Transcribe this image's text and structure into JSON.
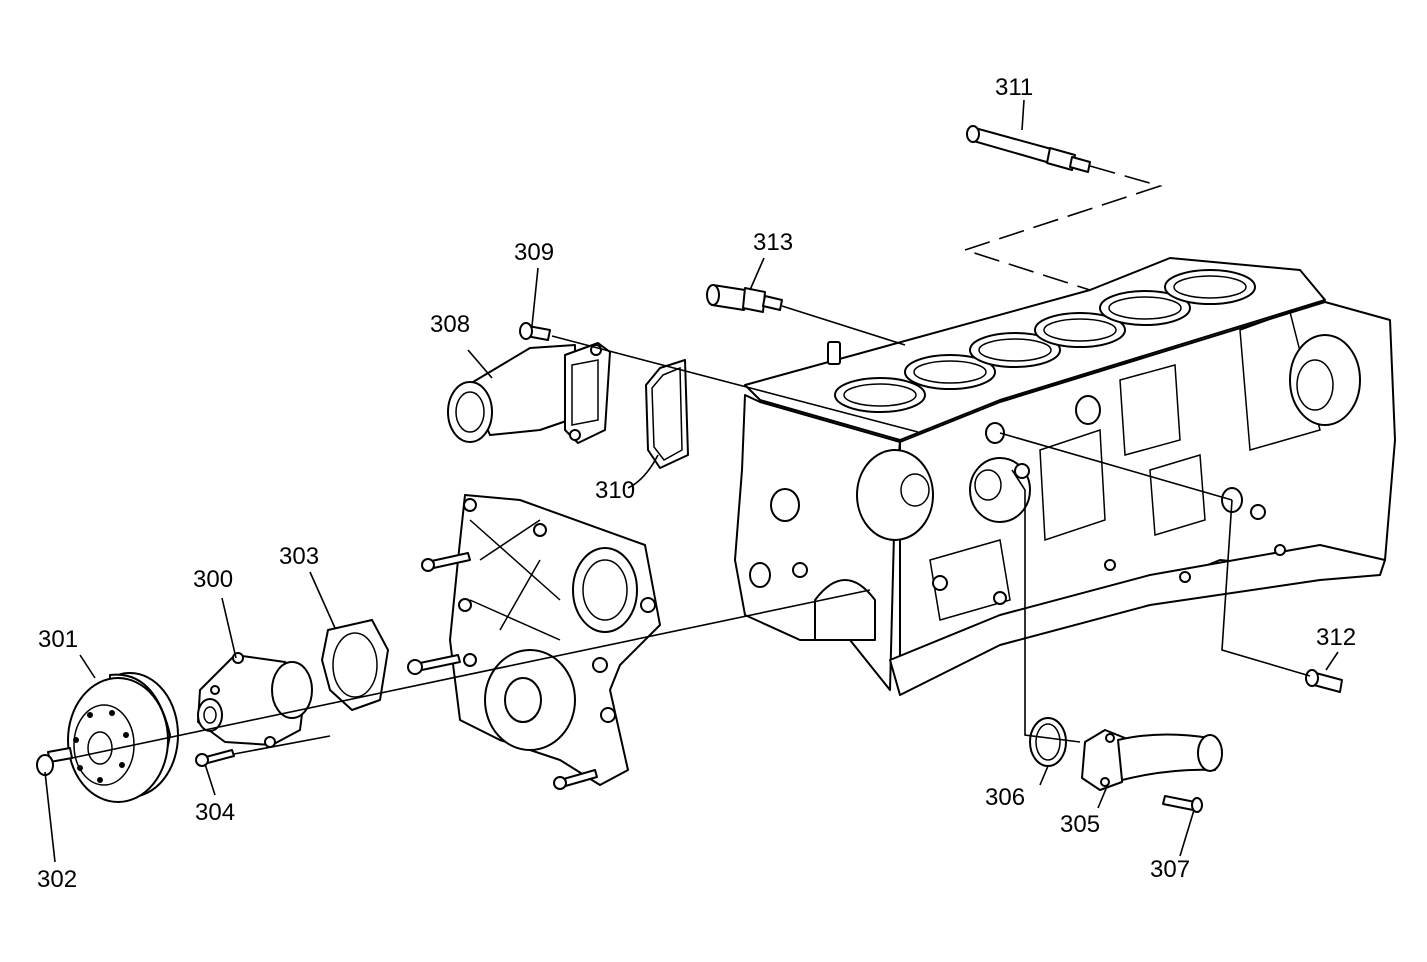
{
  "callouts": {
    "c300": "300",
    "c301": "301",
    "c302": "302",
    "c303": "303",
    "c304": "304",
    "c305": "305",
    "c306": "306",
    "c307": "307",
    "c308": "308",
    "c309": "309",
    "c310": "310",
    "c311": "311",
    "c312": "312",
    "c313": "313"
  },
  "parts": [
    {
      "callout": "300",
      "icon": "water-pump-icon"
    },
    {
      "callout": "301",
      "icon": "pulley-icon"
    },
    {
      "callout": "302",
      "icon": "bolt-icon"
    },
    {
      "callout": "303",
      "icon": "gasket-icon"
    },
    {
      "callout": "304",
      "icon": "bolt-icon"
    },
    {
      "callout": "305",
      "icon": "coolant-pipe-icon"
    },
    {
      "callout": "306",
      "icon": "o-ring-icon"
    },
    {
      "callout": "307",
      "icon": "bolt-icon"
    },
    {
      "callout": "308",
      "icon": "water-outlet-icon"
    },
    {
      "callout": "309",
      "icon": "bolt-icon"
    },
    {
      "callout": "310",
      "icon": "gasket-icon"
    },
    {
      "callout": "311",
      "icon": "coolant-pipe-icon"
    },
    {
      "callout": "312",
      "icon": "drain-plug-icon"
    },
    {
      "callout": "313",
      "icon": "sensor-icon"
    }
  ]
}
